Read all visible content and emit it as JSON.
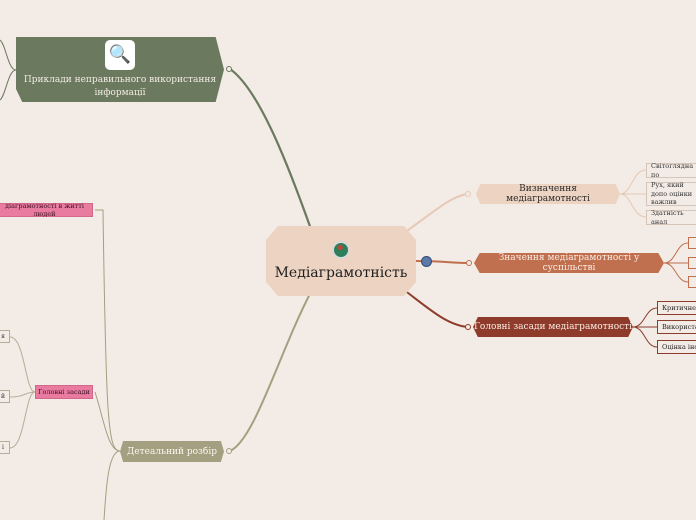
{
  "central": {
    "title": "Медіаграмотність",
    "icon": "globe-head-icon"
  },
  "left_topic": {
    "label": "Приклади неправильного використання інформації",
    "icon": "magnifier-icon"
  },
  "topics": {
    "definitions": "Визначення медіаграмотності",
    "importance": "Значення медіаграмотності у суспільстві",
    "principles": "Головні засади медіаграмотності",
    "detailed": "Детеальний розбір"
  },
  "definition_leaves": [
    "Світоглядна по",
    "Рух, який допо оцінки важлив",
    "Здатність анал"
  ],
  "principle_leaves": [
    "Критичне",
    "Використа",
    "Оцінка інф"
  ],
  "left_branch": {
    "pink_top": "діаграмотності в житті людей",
    "pink_mid": "Головні засади",
    "small_1": "я",
    "small_2": "й",
    "small_3": "і"
  },
  "colors": {
    "background": "#f3ebe5",
    "central": "#ecd3c2",
    "green": "#6b7a5e",
    "orange": "#c06f4f",
    "dark_red": "#8e3b2b",
    "olive": "#a39f80",
    "pink": "#e97aa0"
  }
}
